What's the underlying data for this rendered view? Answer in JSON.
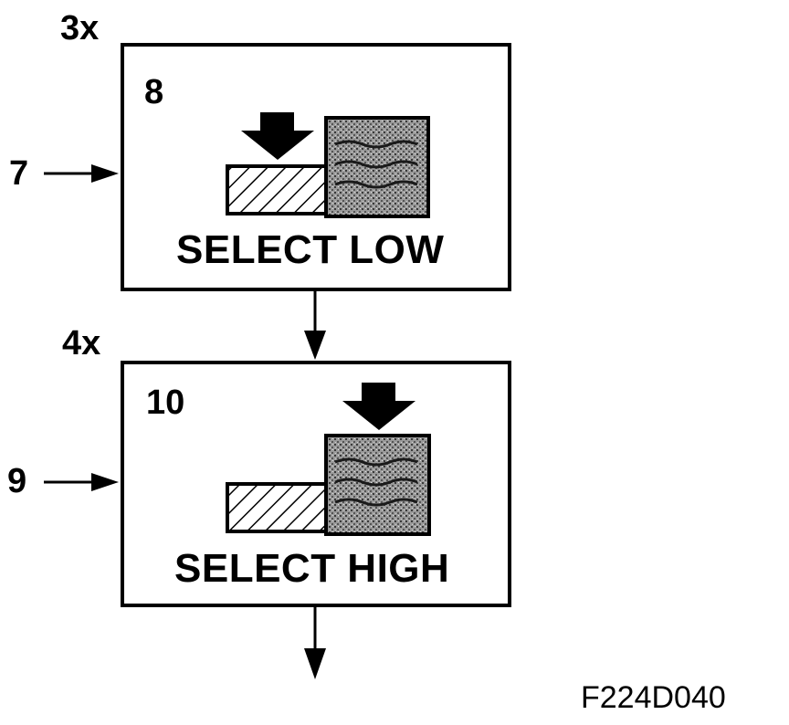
{
  "figure_code": "F224D040",
  "steps": [
    {
      "repeat": "3x",
      "input_ref": "7",
      "display_ref": "8",
      "message": "SELECT LOW",
      "highlighted": "low"
    },
    {
      "repeat": "4x",
      "input_ref": "9",
      "display_ref": "10",
      "message": "SELECT HIGH",
      "highlighted": "high"
    }
  ]
}
